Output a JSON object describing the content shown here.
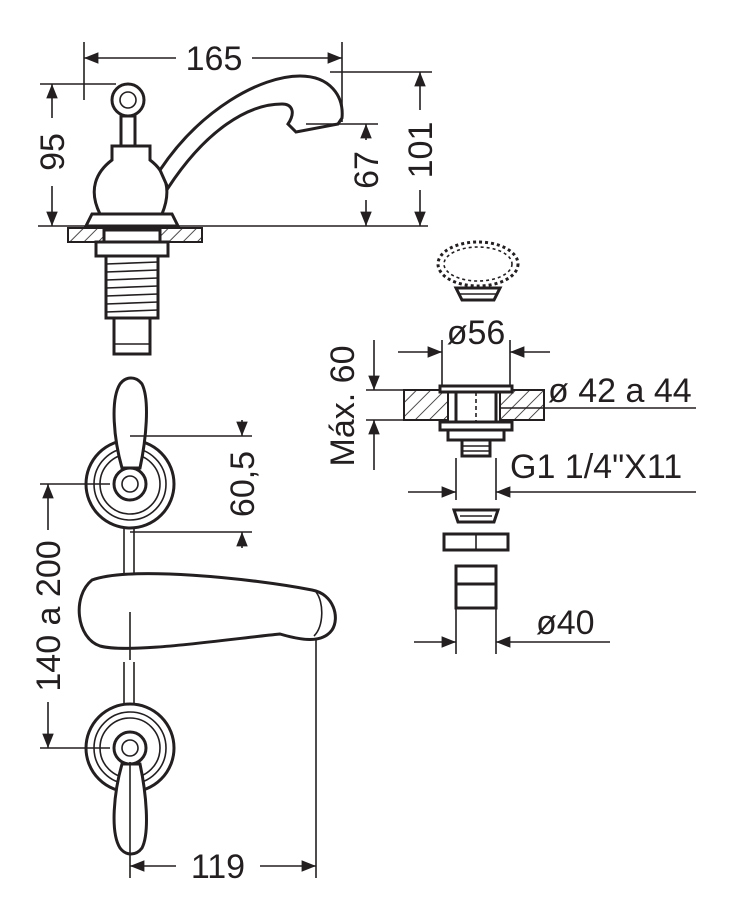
{
  "dimensions": {
    "top_width": "165",
    "left_height": "95",
    "spout_height": "67",
    "total_height": "101",
    "handle_height": "60,5",
    "spacing": "140 a 200",
    "bottom_width": "119",
    "max_thickness": "Máx. 60",
    "flange_diameter": "ø56",
    "hole_diameter": "ø 42 a 44",
    "thread": "G1 1/4\"X11",
    "drain_diameter": "ø40"
  },
  "colors": {
    "line": "#231f20",
    "background": "#ffffff"
  }
}
